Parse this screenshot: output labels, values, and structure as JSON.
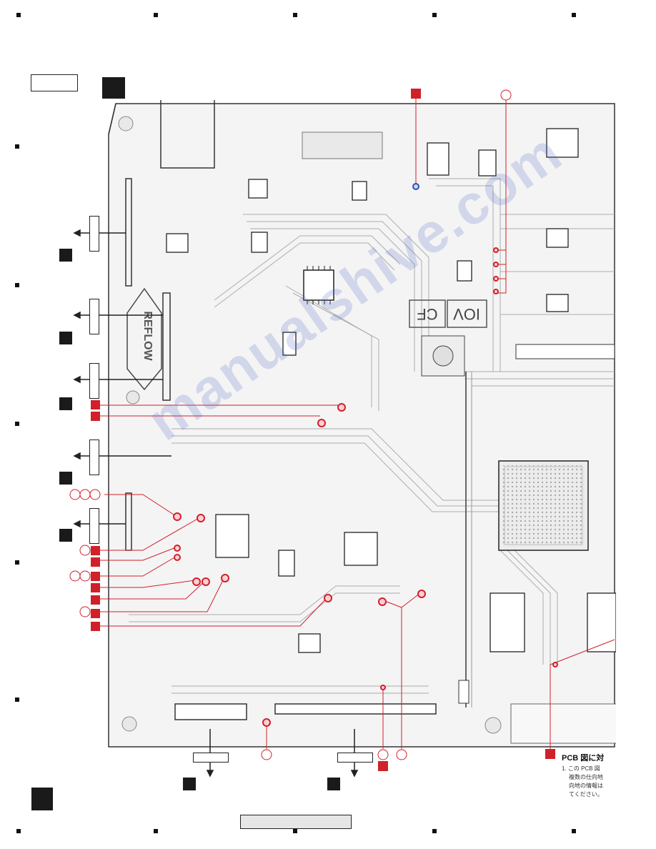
{
  "page": {
    "top_left_label_box": "",
    "bottom_caption_box": ""
  },
  "pcb": {
    "silkscreen_text": [
      "REFLOW",
      "CF",
      "IOV"
    ]
  },
  "note": {
    "title": "PCB 図に対",
    "lines": [
      "1. この PCB 図",
      "複数の仕向地",
      "向地の情報は",
      "てください。"
    ]
  },
  "watermark": {
    "text": "manualshive.com"
  },
  "colors": {
    "board_trace": "#9a9a9a",
    "board_outline": "#333333",
    "marker_red": "#d0202a",
    "marker_blue": "#3050c0",
    "label_black": "#1a1a1a"
  },
  "icons": [
    "arrow-left-icon",
    "arrow-down-icon",
    "test-point-icon",
    "reflow-arrow-icon"
  ]
}
